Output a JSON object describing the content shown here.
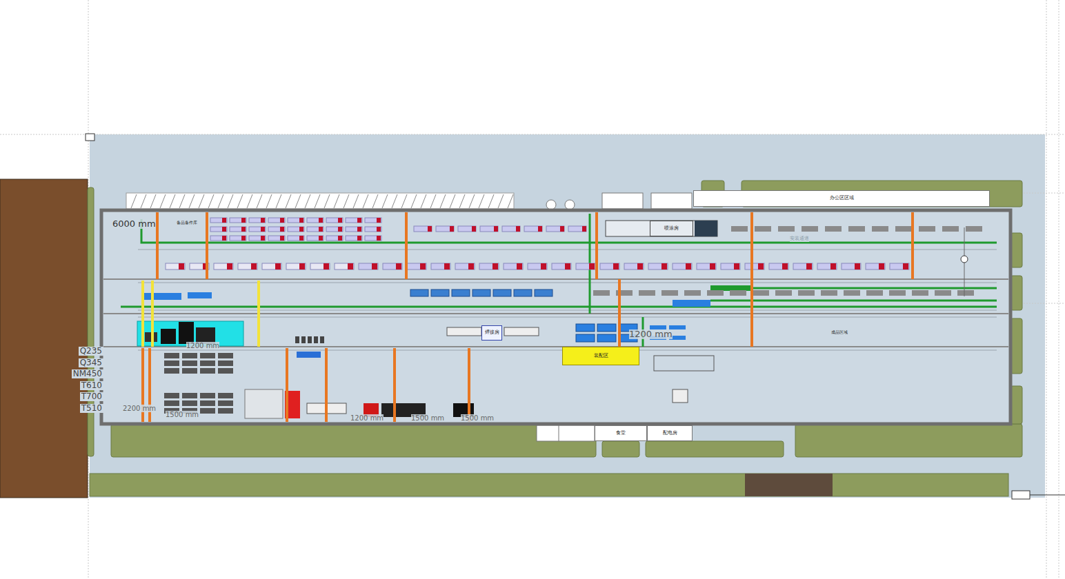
{
  "diagram": {
    "nodes": [
      {
        "text": [
          "办公区区域"
        ]
      },
      {
        "text": [
          "喷涂房"
        ]
      },
      {
        "text": [
          "焊接房"
        ]
      },
      {
        "text": [
          "装配区"
        ]
      },
      {
        "text": [
          "食堂"
        ]
      },
      {
        "text": [
          "配电房"
        ]
      }
    ],
    "labels": [
      "6000 mm",
      "备品备件库",
      "安装通道",
      "成品区域",
      "1200 mm",
      "1200 mm",
      "Q235",
      "Q345",
      "NM450",
      "T610",
      "T700",
      "T510",
      "2200 mm",
      "1500 mm",
      "1200 mm",
      "1500 mm",
      "1500 mm"
    ]
  }
}
